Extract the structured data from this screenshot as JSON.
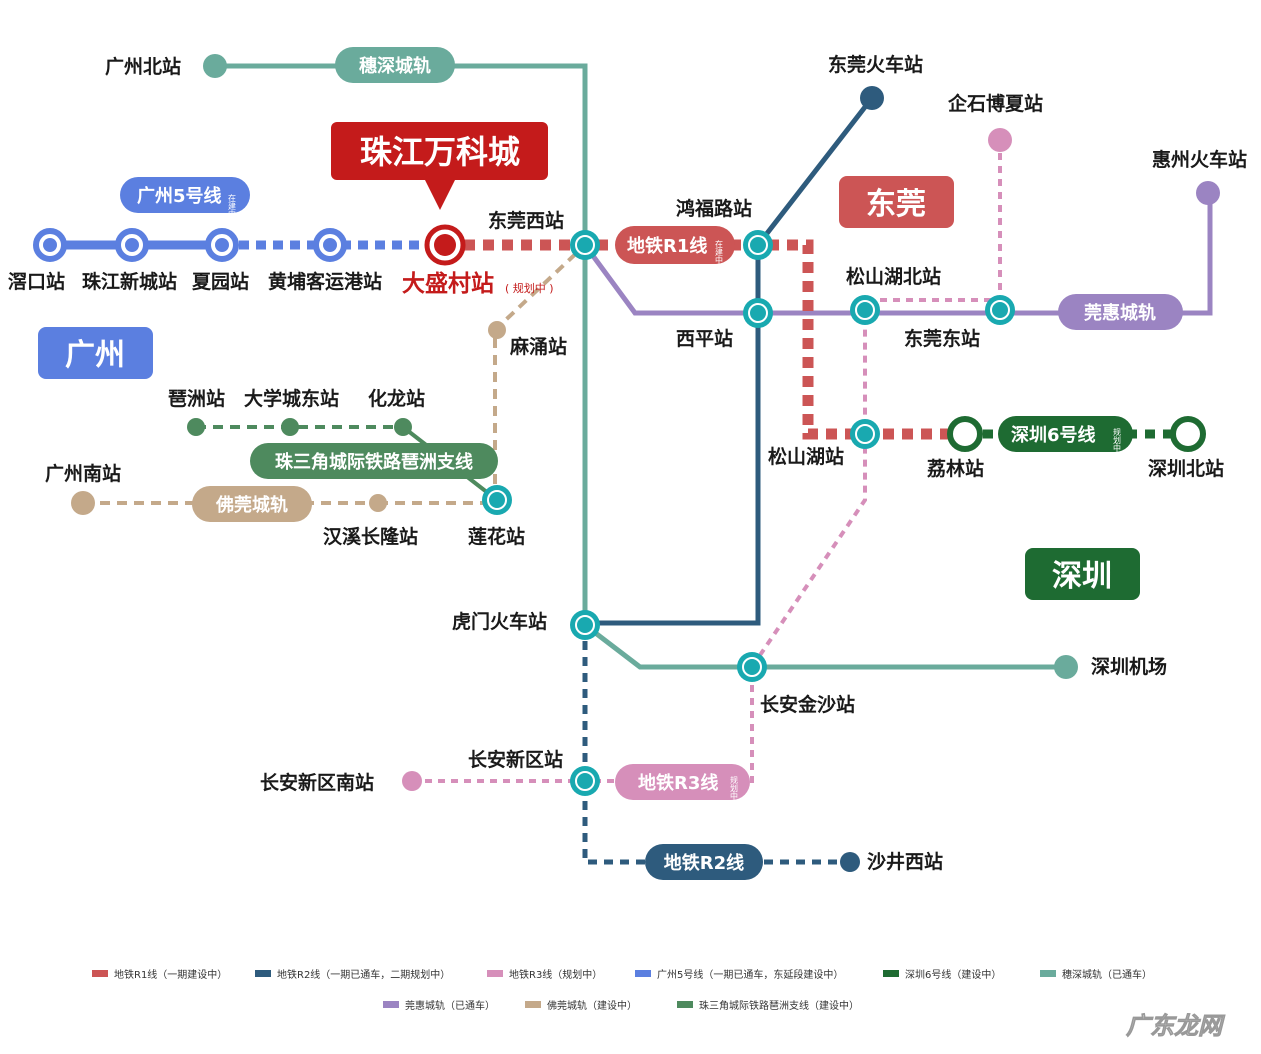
{
  "colors": {
    "r1": "#cc5555",
    "r2": "#2e5b7d",
    "r3": "#d68fba",
    "gz5": "#5b7fe0",
    "sz6": "#1e6b32",
    "suishen": "#6aab9c",
    "guanhui": "#9b84c2",
    "foguan": "#c4a98a",
    "pizhou": "#4e8a5e",
    "highlight": "#c41b1b",
    "interchange": "#19a9b0"
  },
  "highlight_project": "珠江万科城",
  "regions": {
    "guangzhou": "广州",
    "dongguan": "东莞",
    "shenzhen": "深圳"
  },
  "line_pills": {
    "suishen": "穗深城轨",
    "gz5": "广州5号线",
    "gz5_note": "在建中",
    "r1": "地铁R1线",
    "r1_note": "在建中",
    "guanhui": "莞惠城轨",
    "sz6": "深圳6号线",
    "sz6_note": "规划中",
    "pizhou": "珠三角城际铁路琶洲支线",
    "foguan": "佛莞城轨",
    "r3": "地铁R3线",
    "r3_note": "规划中",
    "r2": "地铁R2线"
  },
  "stations": {
    "guangzhou_north": "广州北站",
    "dongguan_rail": "东莞火车站",
    "qishi": "企石博夏站",
    "huizhou": "惠州火车站",
    "dongguan_west": "东莞西站",
    "hongfu": "鸿福路站",
    "songshanhu_north": "松山湖北站",
    "dongguan_east": "东莞东站",
    "xiping": "西平站",
    "songshanhu": "松山湖站",
    "lilin": "荔林站",
    "shenzhen_north": "深圳北站",
    "xiankou": "滘口站",
    "zhujiang_newtown": "珠江新城站",
    "xiayuan": "夏园站",
    "huangpu_port": "黄埔客运港站",
    "dasheng": "大盛村站",
    "dasheng_note": "( 规划中 )",
    "machong": "麻涌站",
    "pizhou_st": "琶洲站",
    "university_east": "大学城东站",
    "hualong": "化龙站",
    "guangzhou_south": "广州南站",
    "hanxi": "汉溪长隆站",
    "lianhua": "莲花站",
    "humen": "虎门火车站",
    "shenzhen_airport": "深圳机场",
    "changan_jinsha": "长安金沙站",
    "changan_new": "长安新区站",
    "changan_new_south": "长安新区南站",
    "shajing_west": "沙井西站"
  },
  "legend": [
    {
      "color": "#cc5555",
      "label": "地铁R1线（一期建设中）"
    },
    {
      "color": "#2e5b7d",
      "label": "地铁R2线（一期已通车，二期规划中）"
    },
    {
      "color": "#d68fba",
      "label": "地铁R3线（规划中）"
    },
    {
      "color": "#5b7fe0",
      "label": "广州5号线（一期已通车，东延段建设中）"
    },
    {
      "color": "#1e6b32",
      "label": "深圳6号线（建设中）"
    },
    {
      "color": "#6aab9c",
      "label": "穗深城轨（已通车）"
    },
    {
      "color": "#9b84c2",
      "label": "莞惠城轨（已通车）"
    },
    {
      "color": "#c4a98a",
      "label": "佛莞城轨（建设中）"
    },
    {
      "color": "#4e8a5e",
      "label": "珠三角城际铁路琶洲支线（建设中）"
    }
  ],
  "watermark": "广东龙网"
}
